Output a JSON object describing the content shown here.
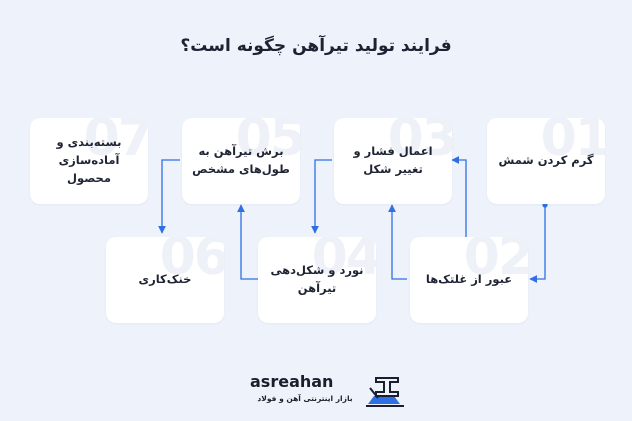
{
  "title": "فرایند تولید تیرآهن چگونه است؟",
  "steps": [
    {
      "num": "01",
      "label": "گرم کردن شمش"
    },
    {
      "num": "02",
      "label": "عبور از غلتک‌ها"
    },
    {
      "num": "03",
      "label": "اعمال فشار و\nتغییر شکل"
    },
    {
      "num": "04",
      "label": "نورد و شکل‌دهی\nتیرآهن"
    },
    {
      "num": "05",
      "label": "برش تیرآهن به\nطول‌های مشخص"
    },
    {
      "num": "06",
      "label": "خنک‌کاری"
    },
    {
      "num": "07",
      "label": "بسته‌بندی و\nآماده‌سازی محصول"
    }
  ],
  "brand": {
    "name": "asreahan",
    "tagline": "بازار اینترنتی آهن و فولاد"
  },
  "colors": {
    "accent": "#2f6fe4",
    "background": "#eef2fb"
  }
}
